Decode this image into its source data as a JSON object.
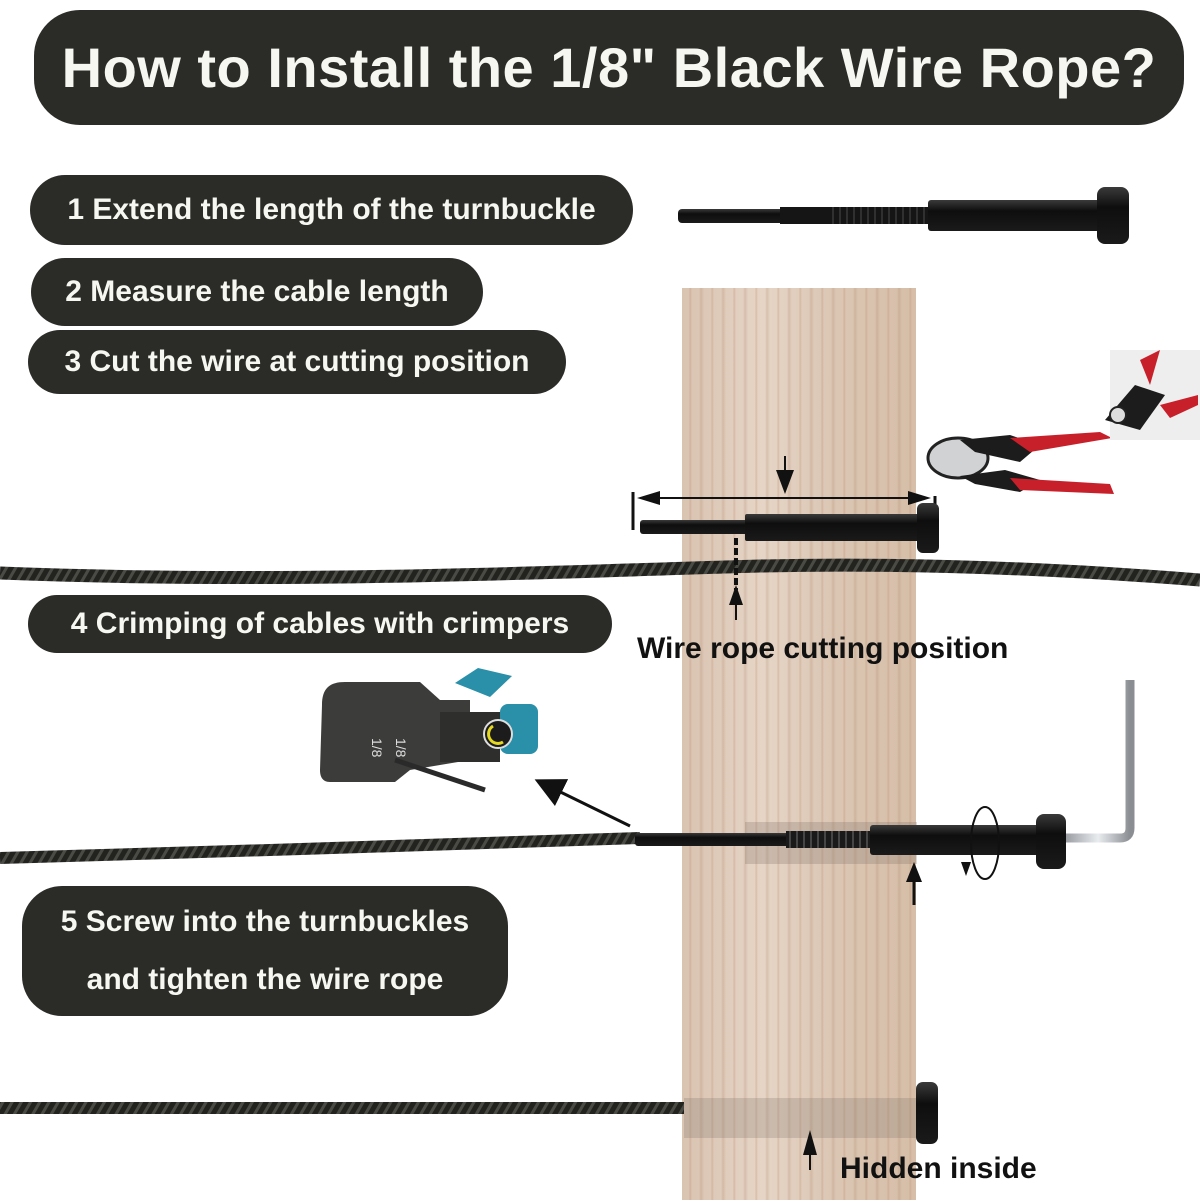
{
  "title": "How to Install the 1/8\" Black Wire Rope?",
  "steps": [
    {
      "number": "1",
      "text": "1 Extend the length of the turnbuckle"
    },
    {
      "number": "2",
      "text": "2 Measure the cable length"
    },
    {
      "number": "3",
      "text": "3 Cut the wire at cutting position"
    },
    {
      "number": "4",
      "text": "4 Crimping of cables with crimpers"
    },
    {
      "number": "5",
      "line1": "5 Screw into the turnbuckles",
      "line2": "and tighten the wire rope"
    }
  ],
  "annotations": {
    "cutting_position": "Wire rope cutting position",
    "hidden_inside": "Hidden inside"
  },
  "crimper_labels": [
    "1/8",
    "1/8"
  ],
  "colors": {
    "pill_background": "#2b2c28",
    "pill_text": "#f7f7f2",
    "cable": "#1e1f1c",
    "wood": "#dcc8b6",
    "cutter_handle": "#c8202a",
    "crimper_accent": "#2a8fa8"
  }
}
